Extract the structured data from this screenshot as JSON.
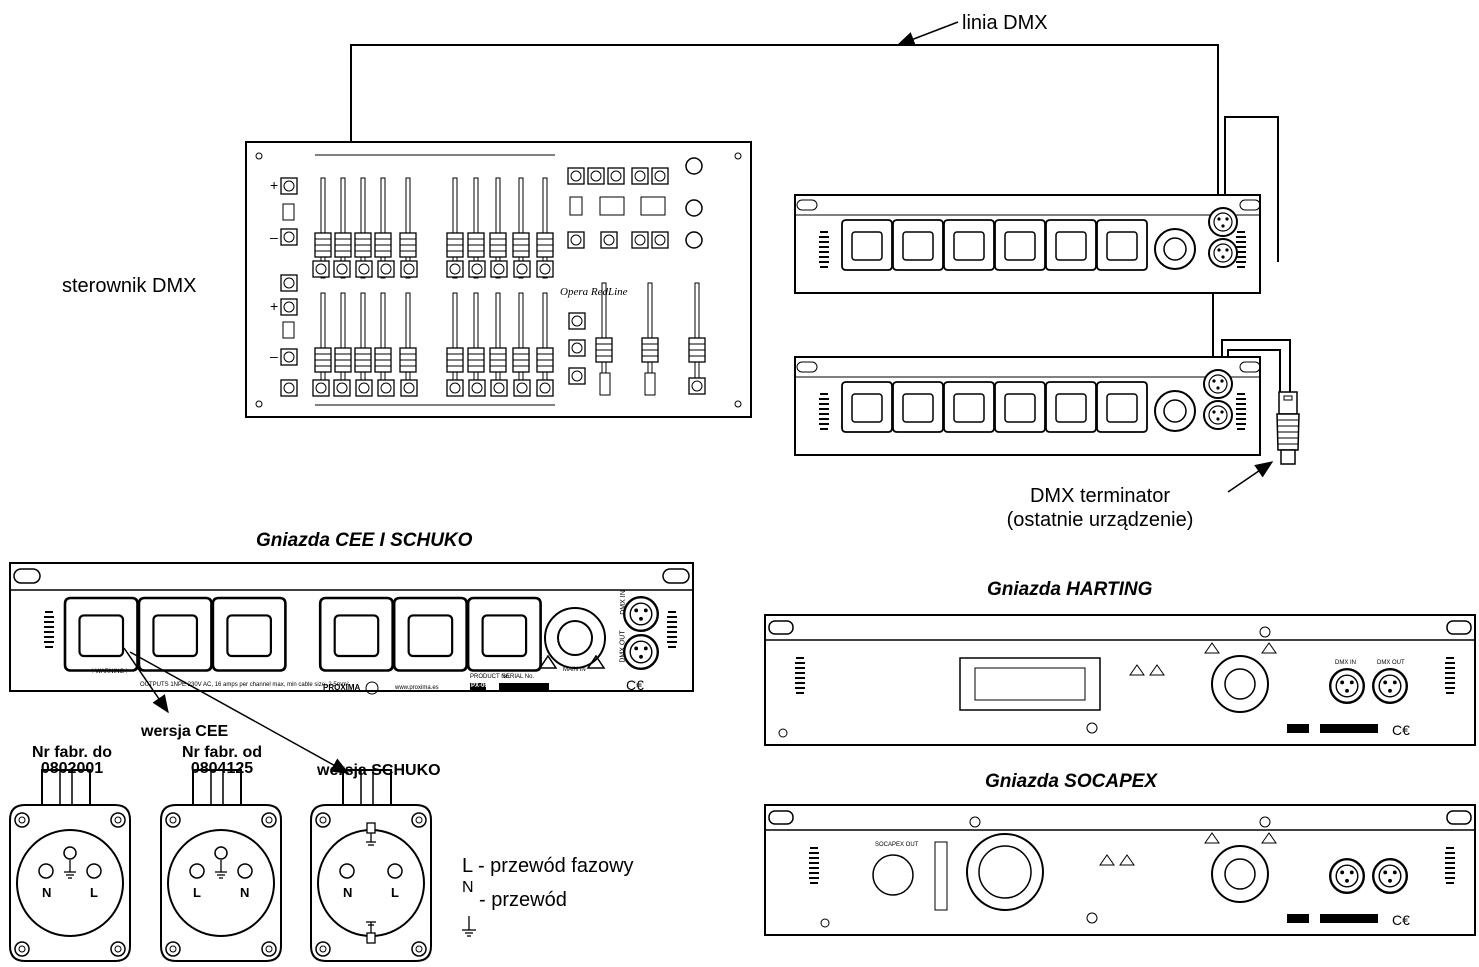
{
  "labels": {
    "dmx_line": "linia DMX",
    "controller": "sterownik DMX",
    "terminator_line1": "DMX terminator",
    "terminator_line2": "(ostatnie urządzenie)"
  },
  "sections": {
    "cee_schuko": "Gniazda CEE I SCHUKO",
    "harting": "Gniazda HARTING",
    "socapex": "Gniazda SOCAPEX"
  },
  "callouts": {
    "cee_version": "wersja CEE",
    "schuko_version": "wersja SCHUKO",
    "cee_old_line1": "Nr fabr. do",
    "cee_old_line2": "0802001",
    "cee_new_line1": "Nr fabr. od",
    "cee_new_line2": "0804125"
  },
  "sockets": [
    {
      "left": "N",
      "right": "L"
    },
    {
      "left": "L",
      "right": "N"
    },
    {
      "left": "N",
      "right": "L"
    }
  ],
  "legend": {
    "l_line": "L - przewód fazowy",
    "n_line": "- przewód",
    "n_letter": "N"
  },
  "panel_text": {
    "dmx_in": "DMX IN",
    "dmx_out": "DMX OUT",
    "socapex_out": "SOCAPEX OUT",
    "warning": "! WARNING !",
    "product_no": "PRODUCT No.",
    "serial_no": "SERIAL No.",
    "model": "PX-06",
    "brand": "PROXIMA",
    "website": "www.proxima.es",
    "main_in": "MAIN IN",
    "outputs_cee": "OUTPUTS 1NPE 230V AC, 16 amps per channel max, min cable size: 2.5mm²",
    "controller_brand": "Opera RedLine"
  }
}
